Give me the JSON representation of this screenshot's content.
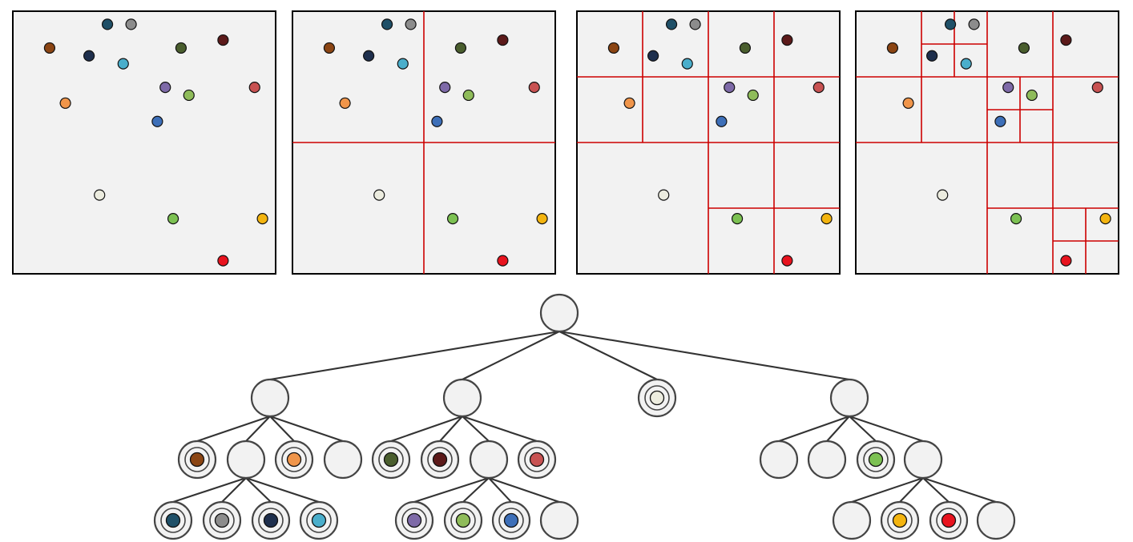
{
  "colors": {
    "teal_dark": "#1f5068",
    "gray": "#8c8c8c",
    "brown": "#8b4513",
    "navy": "#1e2f4d",
    "cyan": "#4aaecb",
    "olive": "#4a5e2e",
    "maroon": "#5c1a1a",
    "purple": "#7e6aa8",
    "light_green": "#8fbc5a",
    "rose": "#c85252",
    "orange": "#f0954a",
    "blue": "#3d6fb8",
    "ivory": "#ececdf",
    "green": "#7cc152",
    "amber": "#f3b40f",
    "red": "#e8131e",
    "panel_background": "#f2f2f2",
    "split_line": "#cc0000"
  },
  "points": [
    {
      "id": "p1",
      "color": "teal_dark",
      "x": 0.36,
      "y": 0.95
    },
    {
      "id": "p2",
      "color": "gray",
      "x": 0.45,
      "y": 0.95
    },
    {
      "id": "p3",
      "color": "brown",
      "x": 0.14,
      "y": 0.86
    },
    {
      "id": "p4",
      "color": "navy",
      "x": 0.29,
      "y": 0.83
    },
    {
      "id": "p5",
      "color": "cyan",
      "x": 0.42,
      "y": 0.8
    },
    {
      "id": "p6",
      "color": "olive",
      "x": 0.64,
      "y": 0.86
    },
    {
      "id": "p7",
      "color": "maroon",
      "x": 0.8,
      "y": 0.89
    },
    {
      "id": "p8",
      "color": "purple",
      "x": 0.58,
      "y": 0.71
    },
    {
      "id": "p9",
      "color": "light_green",
      "x": 0.67,
      "y": 0.68
    },
    {
      "id": "p10",
      "color": "rose",
      "x": 0.92,
      "y": 0.71
    },
    {
      "id": "p11",
      "color": "orange",
      "x": 0.2,
      "y": 0.65
    },
    {
      "id": "p12",
      "color": "blue",
      "x": 0.55,
      "y": 0.58
    },
    {
      "id": "p13",
      "color": "ivory",
      "x": 0.33,
      "y": 0.3
    },
    {
      "id": "p14",
      "color": "green",
      "x": 0.61,
      "y": 0.21
    },
    {
      "id": "p15",
      "color": "amber",
      "x": 0.95,
      "y": 0.21
    },
    {
      "id": "p16",
      "color": "red",
      "x": 0.8,
      "y": 0.05
    }
  ],
  "subdivision_stages": [
    {
      "stage": 1,
      "depth": 0
    },
    {
      "stage": 2,
      "depth": 1
    },
    {
      "stage": 3,
      "depth": 2
    },
    {
      "stage": 4,
      "depth": 3
    }
  ],
  "tree": {
    "root": {
      "children": [
        {
          "children": [
            {
              "point": "brown"
            },
            {
              "children": [
                {
                  "point": "teal_dark"
                },
                {
                  "point": "gray"
                },
                {
                  "point": "navy"
                },
                {
                  "point": "cyan"
                }
              ]
            },
            {
              "point": "orange"
            },
            {
              "point": null
            }
          ]
        },
        {
          "children": [
            {
              "point": "olive"
            },
            {
              "point": "maroon"
            },
            {
              "children": [
                {
                  "point": "purple"
                },
                {
                  "point": "light_green"
                },
                {
                  "point": "blue"
                },
                {
                  "point": null
                }
              ]
            },
            {
              "point": "rose"
            }
          ]
        },
        {
          "point": "ivory"
        },
        {
          "children": [
            {
              "point": null
            },
            {
              "point": null
            },
            {
              "point": "green"
            },
            {
              "children": [
                {
                  "point": null
                },
                {
                  "point": "amber"
                },
                {
                  "point": "red"
                },
                {
                  "point": null
                }
              ]
            }
          ]
        }
      ]
    }
  }
}
